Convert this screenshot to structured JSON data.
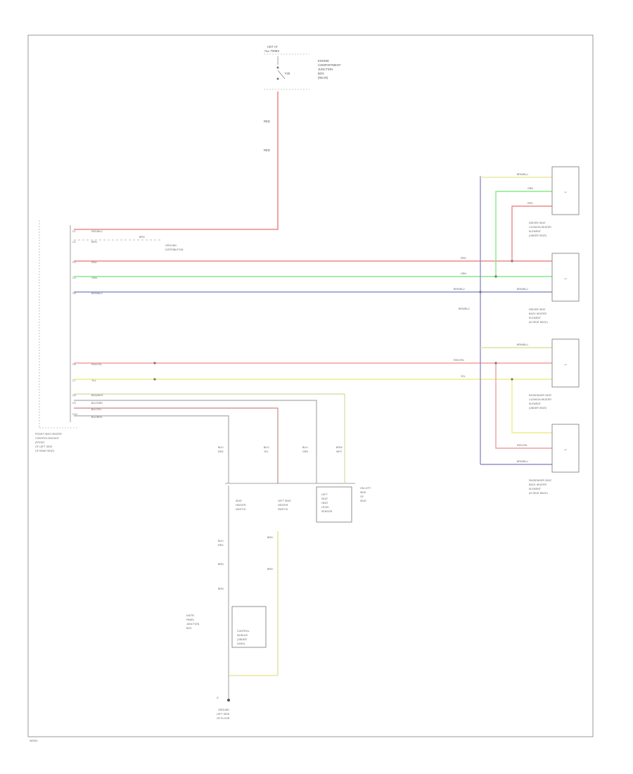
{
  "diagram": {
    "footer_code": "W0000",
    "top_fuse": {
      "title_lines": [
        "HOT AT",
        "ALL TIMES"
      ],
      "fuse_label": "F30",
      "desc_lines": [
        "ENGINE",
        "COMPARTMENT",
        "JUNCTION",
        "BOX",
        "(REAR)"
      ],
      "wire_labels": [
        "RED",
        "RED"
      ]
    },
    "module": {
      "desc_lines": [
        "FRONT SEAT HEATER",
        "CONTROL MODULE",
        "(FRONT",
        "OF LEFT SIDE",
        "OF REAR SEAT)"
      ]
    },
    "module_pins": [
      "C1",
      "C2",
      "C3",
      "C4",
      "C5",
      "C6",
      "C7",
      "C8",
      "C9",
      "C10"
    ],
    "module_wires": [
      "RED/BLU",
      "BRN",
      "RED",
      "GRN",
      "BRN/BLU",
      "RED/YEL",
      "YEL",
      "BRN/WHT",
      "BLK/GRN",
      "BLK/YEL",
      "BLK/RED"
    ],
    "ground_note": [
      "BRN",
      "GROUND",
      "DISTRIBUTION"
    ],
    "right_side_wires": [
      "BRN/BLU",
      "GRN",
      "RED",
      "RED",
      "GRN",
      "BRN/BLU",
      "BRN/BLU",
      "BRN/BLU",
      "RED/YEL",
      "YEL",
      "BRN/BLU",
      "RED/YEL",
      "BRN/BLU"
    ],
    "sensors": [
      {
        "id": "S1",
        "desc_lines": [
          "DRIVER SEAT",
          "CUSHION HEATER",
          "ELEMENT",
          "(UNDER SEAT)"
        ]
      },
      {
        "id": "S2",
        "desc_lines": [
          "DRIVER SEAT",
          "BACK HEATER",
          "ELEMENT",
          "(IN SEAT BACK)"
        ]
      },
      {
        "id": "S3",
        "desc_lines": [
          "PASSENGER SEAT",
          "CUSHION HEATER",
          "ELEMENT",
          "(UNDER SEAT)"
        ]
      },
      {
        "id": "S4",
        "desc_lines": [
          "PASSENGER SEAT",
          "BACK HEATER",
          "ELEMENT",
          "(IN SEAT BACK)"
        ]
      }
    ],
    "switch_block": {
      "left_desc": [
        "SEAT",
        "HEATER",
        "SWITCH"
      ],
      "mid_desc": [
        "LEFT SEAT",
        "HEATER",
        "SWITCH"
      ],
      "small_desc": [
        "LEFT",
        "SEAT",
        "HEAT",
        "LEVEL",
        "SENSOR"
      ],
      "right_desc": [
        "ON LEFT",
        "SIDE",
        "OF",
        "SEAT"
      ],
      "connector_labels": [
        "BLK/",
        "RED",
        "BLK/",
        "YEL",
        "BLK/",
        "GRN",
        "BRN/",
        "WHT"
      ]
    },
    "lower": {
      "wire_labels": [
        "BLK/",
        "RED",
        "BRN",
        "BRN",
        "BRN",
        "BRN"
      ],
      "fuse_block_desc": [
        "INSTR.",
        "PANEL",
        "JUNCTION",
        "BOX"
      ],
      "inner_box_desc": [
        "CONTROL",
        "MODULE",
        "(UNDER",
        "DASH)"
      ],
      "ground_label": [
        "G",
        "GROUND",
        "LEFT SIDE",
        "OF FLOOR"
      ]
    }
  }
}
